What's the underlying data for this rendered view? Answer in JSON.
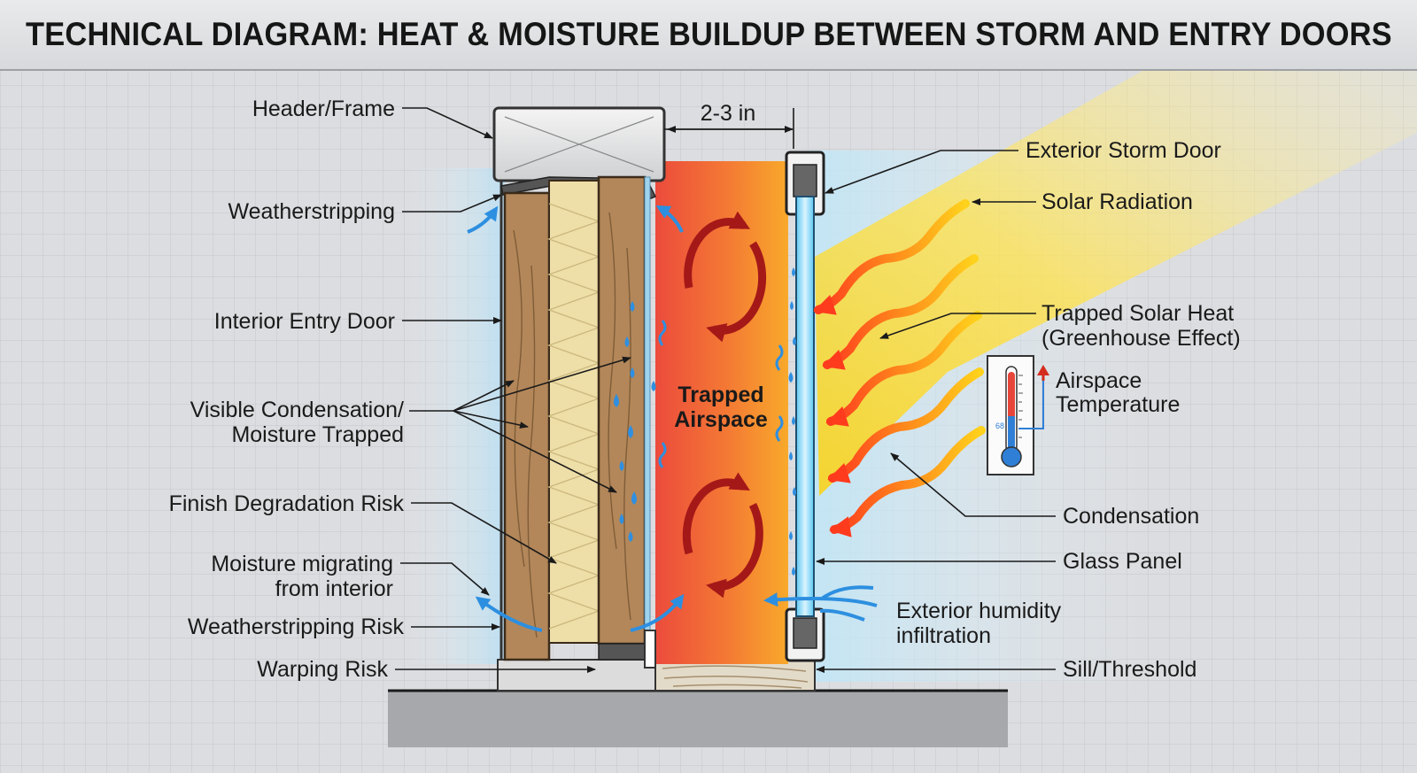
{
  "title": "TECHNICAL DIAGRAM: HEAT & MOISTURE BUILDUP BETWEEN STORM AND ENTRY DOORS",
  "dimension_label": "2-3 in",
  "center_label": [
    "Trapped",
    "Airspace"
  ],
  "thermometer_reading": "68",
  "labels_left": {
    "header_frame": "Header/Frame",
    "weatherstripping": "Weatherstripping",
    "interior_entry_door": "Interior Entry Door",
    "visible_condensation": [
      "Visible Condensation/",
      "Moisture Trapped"
    ],
    "finish_degradation": "Finish Degradation Risk",
    "moisture_migrating": [
      "Moisture migrating",
      "from interior"
    ],
    "weatherstripping_risk": "Weatherstripping Risk",
    "warping_risk": "Warping Risk"
  },
  "labels_right": {
    "exterior_storm_door": "Exterior Storm Door",
    "solar_radiation": "Solar Radiation",
    "trapped_solar_heat": [
      "Trapped Solar Heat",
      "(Greenhouse Effect)"
    ],
    "airspace_temperature": [
      "Airspace",
      "Temperature"
    ],
    "condensation": "Condensation",
    "glass_panel": "Glass Panel",
    "exterior_humidity": [
      "Exterior humidity",
      "infiltration"
    ],
    "sill_threshold": "Sill/Threshold"
  },
  "colors": {
    "airspace_hot": "#ee4a3b",
    "airspace_warm": "#f7a12c",
    "wood": "#b3875a",
    "insulation": "#eedfa8",
    "glass": "#9ee0fb",
    "moisture": "#2f8fe0",
    "convection": "#a81818",
    "sun": "#ffd400"
  }
}
